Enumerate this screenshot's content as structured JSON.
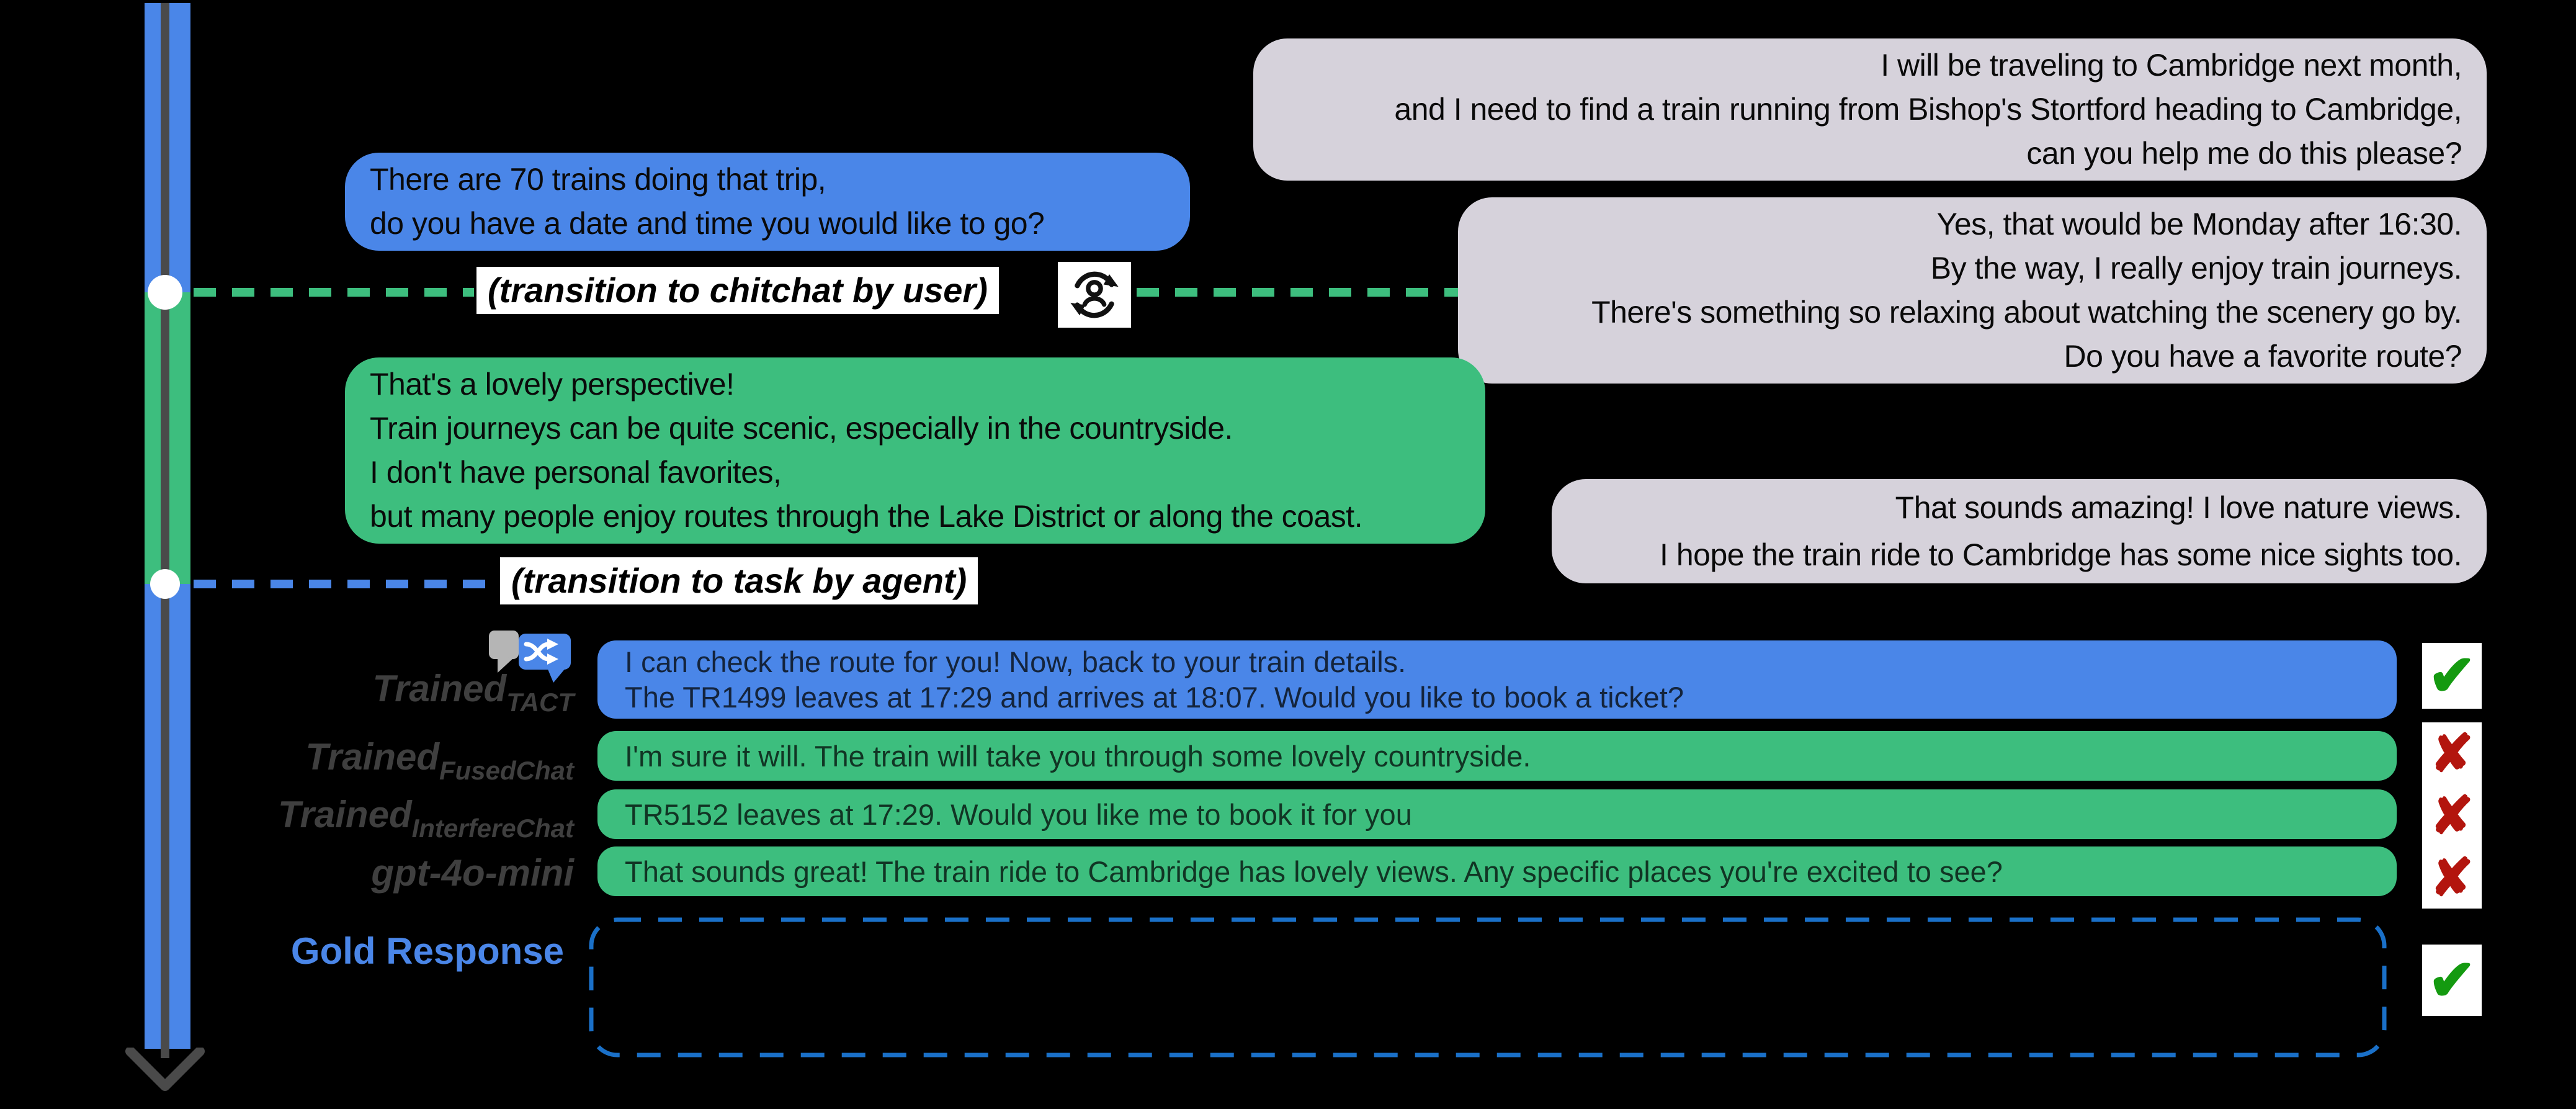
{
  "colors": {
    "background": "#000000",
    "task_blue": "#4a86e8",
    "chitchat_green": "#3dbe7e",
    "user_gray": "#d6d2db",
    "timeline_line": "#4a4a4a",
    "model_label_gray": "#3f3f3f",
    "check_green": "#149a10",
    "cross_red": "#b3150e",
    "gold_blue": "#4a86e8",
    "gold_border_blue": "#1a70c8"
  },
  "conversation": {
    "user_msg_1": "I will be traveling to Cambridge next month,\nand I need to find a train running from Bishop's Stortford heading to Cambridge,\ncan you help me do this please?",
    "agent_task_msg_1": "There are 70 trains doing that trip,\ndo you have a date and time you would like to go?",
    "transition_1_label": "(transition to chitchat by user)",
    "user_msg_2": "Yes, that would be Monday after 16:30.\nBy the way, I really enjoy train journeys.\nThere's something so relaxing about watching the scenery go by.\nDo you have a favorite route?",
    "agent_chitchat_msg_1": "That's a lovely perspective!\nTrain journeys can be quite scenic, especially in the countryside.\nI don't have personal favorites,\nbut many people enjoy routes through the Lake District or along the coast.",
    "user_msg_3": "That sounds amazing! I love nature views.\nI hope the train ride to Cambridge has some nice sights too.",
    "transition_2_label": "(transition to task by agent)"
  },
  "models": {
    "rows": [
      {
        "label_base": "Trained",
        "label_sub": "TACT",
        "response": "I can check the route for you! Now, back to your train details.\nThe TR1499 leaves at 17:29 and arrives at 18:07. Would you like to book a ticket?",
        "verdict": "correct"
      },
      {
        "label_base": "Trained",
        "label_sub": "FusedChat",
        "response": "I'm sure it will. The train will take you through some lovely countryside.",
        "verdict": "incorrect"
      },
      {
        "label_base": "Trained",
        "label_sub": "InterfereChat",
        "response": "TR5152 leaves at 17:29. Would you like me to book it for you",
        "verdict": "incorrect"
      },
      {
        "label_base": "gpt-4o-mini",
        "label_sub": "",
        "response": "That sounds great! The train ride to Cambridge has lovely views. Any specific places you're excited to see?",
        "verdict": "incorrect"
      }
    ],
    "gold": {
      "label": "Gold Response",
      "response": "",
      "verdict": "correct"
    }
  },
  "icons": {
    "check_glyph": "✔",
    "cross_glyph": "✘",
    "transition_icon": "person-sync-icon",
    "tact_icon": "chat-shuffle-icon",
    "timeline_end": "down-arrow-icon"
  }
}
